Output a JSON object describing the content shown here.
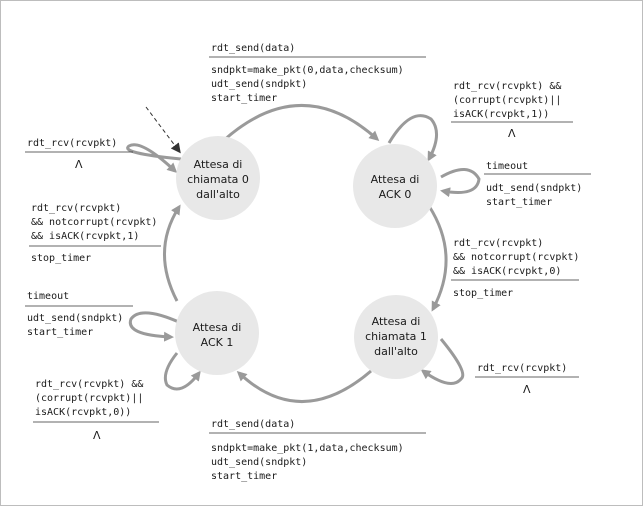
{
  "states": {
    "wait_call_0": [
      "Attesa di",
      "chiamata 0",
      "dall'alto"
    ],
    "wait_ack_0": [
      "Attesa di",
      "ACK 0"
    ],
    "wait_call_1": [
      "Attesa di",
      "chiamata 1",
      "dall'alto"
    ],
    "wait_ack_1": [
      "Attesa di",
      "ACK 1"
    ]
  },
  "transitions": {
    "top": {
      "event": "rdt_send(data)",
      "actions": [
        "sndpkt=make_pkt(0,data,checksum)",
        "udt_send(sndpkt)",
        "start_timer"
      ]
    },
    "ack0_self_corrupt": {
      "event": [
        "rdt_rcv(rcvpkt) &&",
        "(corrupt(rcvpkt)||",
        "isACK(rcvpkt,1))"
      ],
      "action": "Λ"
    },
    "ack0_self_timeout": {
      "event": "timeout",
      "actions": [
        "udt_send(sndpkt)",
        "start_timer"
      ]
    },
    "right": {
      "event": [
        "rdt_rcv(rcvpkt)",
        "&& notcorrupt(rcvpkt)",
        "&& isACK(rcvpkt,0)"
      ],
      "action": "stop_timer"
    },
    "call1_self": {
      "event": "rdt_rcv(rcvpkt)",
      "action": "Λ"
    },
    "bottom": {
      "event": "rdt_send(data)",
      "actions": [
        "sndpkt=make_pkt(1,data,checksum)",
        "udt_send(sndpkt)",
        "start_timer"
      ]
    },
    "ack1_self_corrupt": {
      "event": [
        "rdt_rcv(rcvpkt) &&",
        "(corrupt(rcvpkt)||",
        "isACK(rcvpkt,0))"
      ],
      "action": "Λ"
    },
    "ack1_self_timeout": {
      "event": "timeout",
      "actions": [
        "udt_send(sndpkt)",
        "start_timer"
      ]
    },
    "left": {
      "event": [
        "rdt_rcv(rcvpkt)",
        "&& notcorrupt(rcvpkt)",
        "&& isACK(rcvpkt,1)"
      ],
      "action": "stop_timer"
    },
    "call0_self": {
      "event": "rdt_rcv(rcvpkt)",
      "action": "Λ"
    }
  },
  "colors": {
    "state_fill": "#e8e8e8",
    "edge": "#9a9a9a",
    "text": "#1a1a1a"
  }
}
